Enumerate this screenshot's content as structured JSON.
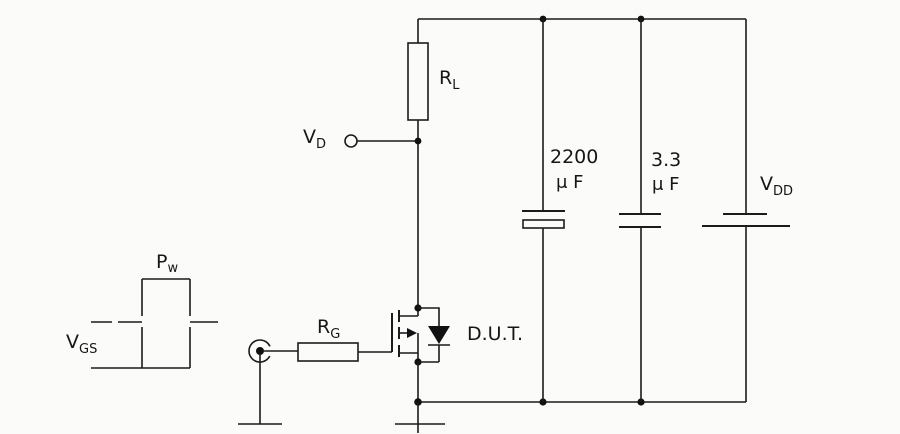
{
  "diagram": {
    "type": "circuit-schematic",
    "labels": {
      "pulse_width": {
        "base": "P",
        "sub": "w"
      },
      "gate_source_voltage": {
        "base": "V",
        "sub": "GS"
      },
      "gate_resistor": {
        "base": "R",
        "sub": "G"
      },
      "load_resistor": {
        "base": "R",
        "sub": "L"
      },
      "drain_voltage": {
        "base": "V",
        "sub": "D"
      },
      "dut": "D.U.T.",
      "cap1_value": "2200",
      "cap1_unit": "μ F",
      "cap2_value": "3.3",
      "cap2_unit": "μ F",
      "supply_voltage": {
        "base": "V",
        "sub": "DD"
      }
    },
    "components": [
      {
        "id": "pulse-generator",
        "type": "pulse-waveform-source",
        "label": "Pw, VGS"
      },
      {
        "id": "gate-resistor",
        "type": "resistor",
        "label": "RG"
      },
      {
        "id": "dut-mosfet",
        "type": "n-channel-mosfet-with-body-diode",
        "label": "D.U.T."
      },
      {
        "id": "load-resistor",
        "type": "resistor",
        "label": "RL"
      },
      {
        "id": "drain-terminal",
        "type": "terminal",
        "label": "VD"
      },
      {
        "id": "bulk-capacitor",
        "type": "electrolytic-capacitor",
        "label": "2200 μF"
      },
      {
        "id": "bypass-capacitor",
        "type": "capacitor",
        "label": "3.3 μF"
      },
      {
        "id": "supply",
        "type": "battery",
        "label": "VDD"
      },
      {
        "id": "ground-generator",
        "type": "ground"
      },
      {
        "id": "ground-source",
        "type": "ground"
      }
    ],
    "colors": {
      "line": "#1b1b1b",
      "background": "#fbfbf9"
    }
  }
}
